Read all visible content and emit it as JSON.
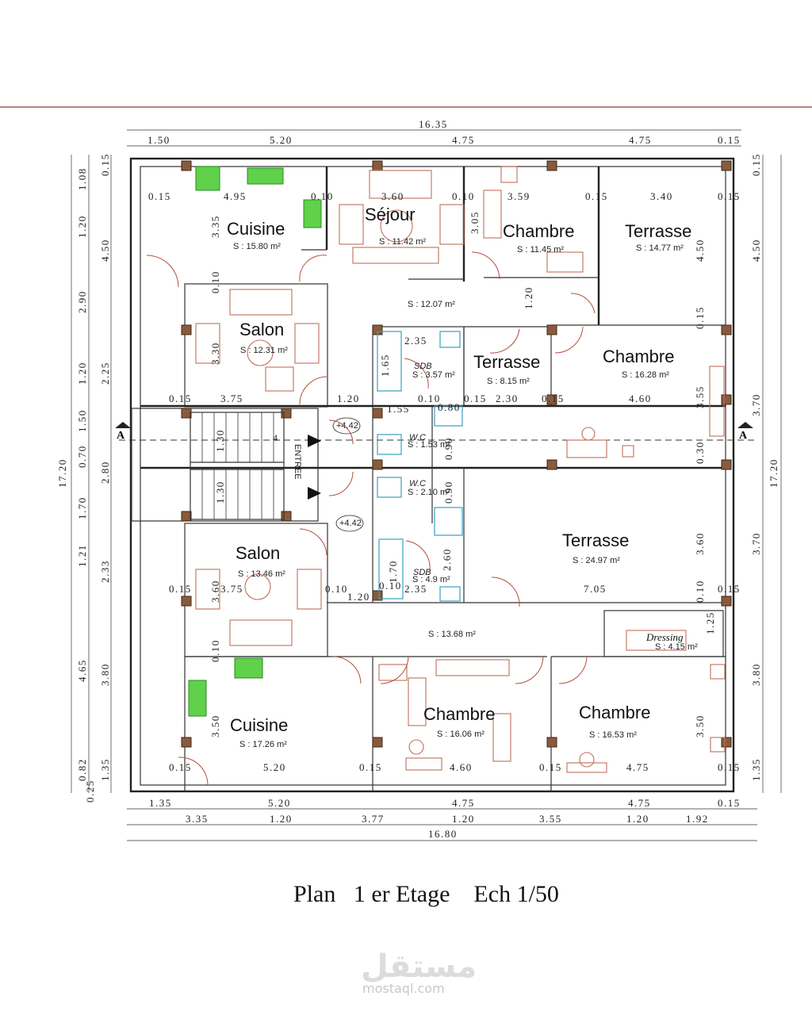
{
  "title": "Plan   1 er Etage    Ech 1/50",
  "section_marker": "A",
  "entrance": "ENTREE",
  "levels": [
    "+4.42",
    "+4.42"
  ],
  "stair_number": "4",
  "watermark": {
    "arabic": "مستقل",
    "latin": "mostaql.com"
  },
  "rooms": [
    {
      "id": "cuisine-top",
      "name": "Cuisine",
      "area": "S : 15.80 m²"
    },
    {
      "id": "sejour",
      "name": "Séjour",
      "area": "S : 11.42 m²"
    },
    {
      "id": "chambre-top",
      "name": "Chambre",
      "area": "S : 11.45 m²"
    },
    {
      "id": "terrasse-top",
      "name": "Terrasse",
      "area": "S : 14.77 m²"
    },
    {
      "id": "hall-top",
      "name": "",
      "area": "S : 12.07 m²"
    },
    {
      "id": "salon-top",
      "name": "Salon",
      "area": "S : 12.31 m²"
    },
    {
      "id": "sdb-top",
      "name": "SDB",
      "area": "S : 3.57 m²"
    },
    {
      "id": "terrasse-mid",
      "name": "Terrasse",
      "area": "S : 8.15 m²"
    },
    {
      "id": "chambre-mid",
      "name": "Chambre",
      "area": "S : 16.28 m²"
    },
    {
      "id": "wc-top",
      "name": "W.C",
      "area": "S : 1.53 m²"
    },
    {
      "id": "wc-bottom",
      "name": "W.C",
      "area": "S : 2.10 m²"
    },
    {
      "id": "salon-bottom",
      "name": "Salon",
      "area": "S : 13.46 m²"
    },
    {
      "id": "terrasse-big",
      "name": "Terrasse",
      "area": "S : 24.97 m²"
    },
    {
      "id": "sdb-bottom",
      "name": "SDB",
      "area": "S : 4.9 m²"
    },
    {
      "id": "hall-bottom",
      "name": "",
      "area": "S : 13.68 m²"
    },
    {
      "id": "dressing",
      "name": "Dressing",
      "area": "S : 4.15 m²"
    },
    {
      "id": "cuisine-bottom",
      "name": "Cuisine",
      "area": "S : 17.26 m²"
    },
    {
      "id": "chambre-bl",
      "name": "Chambre",
      "area": "S : 16.06 m²"
    },
    {
      "id": "chambre-br",
      "name": "Chambre",
      "area": "S : 16.53 m²"
    }
  ],
  "dimensions": {
    "top_total": "16.35",
    "top_parts": [
      "1.50",
      "5.20",
      "4.75",
      "4.75",
      "0.15"
    ],
    "top_inner": [
      "0.15",
      "4.95",
      "0.10",
      "3.60",
      "0.10",
      "3.59",
      "0.15",
      "3.40",
      "0.15"
    ],
    "bottom_total": "16.80",
    "bottom_parts_a": [
      "1.35",
      "5.20",
      "4.75",
      "4.75",
      "0.15"
    ],
    "bottom_parts_b": [
      "3.35",
      "1.20",
      "3.77",
      "1.20",
      "3.55",
      "1.20",
      "1.92"
    ],
    "left_total": "17.20",
    "left_outer": [
      "1.08",
      "1.20",
      "2.90",
      "1.20",
      "1.50",
      "0.70",
      "1.70",
      "1.21",
      "4.65",
      "0.82",
      "0.25"
    ],
    "left_inner": [
      "0.15",
      "4.50",
      "2.25",
      "2.80",
      "2.33",
      "3.80",
      "1.35"
    ],
    "right_total": "17.20",
    "right_parts": [
      "0.15",
      "4.50",
      "3.70",
      "3.70",
      "3.80",
      "1.35"
    ],
    "inner_misc": [
      "3.35",
      "0.10",
      "3.30",
      "3.05",
      "1.20",
      "4.50",
      "0.15",
      "2.35",
      "1.65",
      "0.15",
      "3.75",
      "1.20",
      "1.55",
      "0.10",
      "0.80",
      "0.15",
      "2.30",
      "0.15",
      "4.60",
      "3.55",
      "1.30",
      "1.30",
      "0.90",
      "0.90",
      "0.30",
      "3.60",
      "2.60",
      "1.70",
      "2.35",
      "0.15",
      "3.75",
      "0.10",
      "1.20",
      "0.10",
      "7.05",
      "0.15",
      "1.25",
      "0.10",
      "3.50",
      "3.50",
      "0.15",
      "5.20",
      "0.15",
      "4.60",
      "0.15",
      "4.75",
      "0.15",
      "3.60",
      "0.10"
    ]
  }
}
